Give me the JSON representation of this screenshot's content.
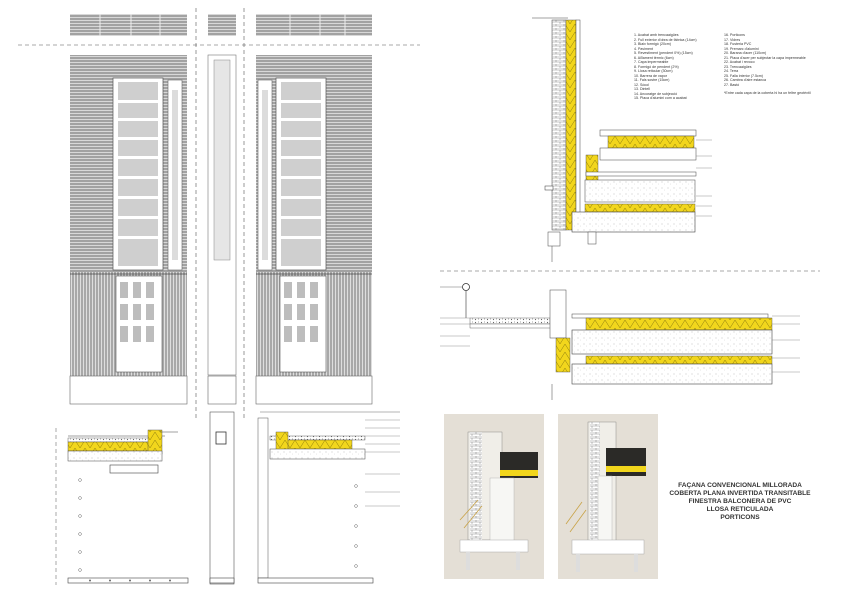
{
  "legend_left": [
    "1. Acabat amb trencaaigües",
    "2. Full exterior d'obra de fàbrica (14cm)",
    "3. Biaix formigó (20cm)",
    "4. Paviment",
    "5. Revestiment (pendent 0%) (15cm)",
    "6. Aïllament tèrmic (6cm)",
    "7. Capa impermeable",
    "8. Formigó de pendent (2%)",
    "9. Llosa reticular (30cm)",
    "10. Barrera de vapor",
    "11. Fals sostre (15cm)",
    "12. Sòcol",
    "13. Dintell",
    "14. Ancoratge de subjecció",
    "15. Placa d'alumini com a acabat"
  ],
  "legend_right": [
    "16. Porticons",
    "17. Vidres",
    "18. Fusteria PVC",
    "19. Premarc d'alumini",
    "20. Barana d'acer (110cm)",
    "21. Placa d'acer per subjectar la capa impermeable",
    "22. Acabat i revoco",
    "23. Trencaaigües",
    "24. Terra",
    "25. Falla interior (7.5cm)",
    "26. Cambra d'aire estanca",
    "27. Bastó"
  ],
  "note": "*Entre cada capa de la coberta hi ha un feltre geotèxtil",
  "title_lines": [
    "FAÇANA CONVENCIONAL MILLORADA",
    "COBERTA PLANA INVERTIDA TRANSITABLE",
    "FINESTRA BALCONERA DE PVC",
    "LLOSA RETICULADA",
    "PORTICONS"
  ],
  "colors": {
    "insulation": "#f2d61c",
    "line": "#333333",
    "shutter": "#9a9a9a",
    "photo_bg": "#e4dfd6"
  },
  "icons": [
    "elevation-drawing",
    "section-drawing",
    "model-photo"
  ]
}
